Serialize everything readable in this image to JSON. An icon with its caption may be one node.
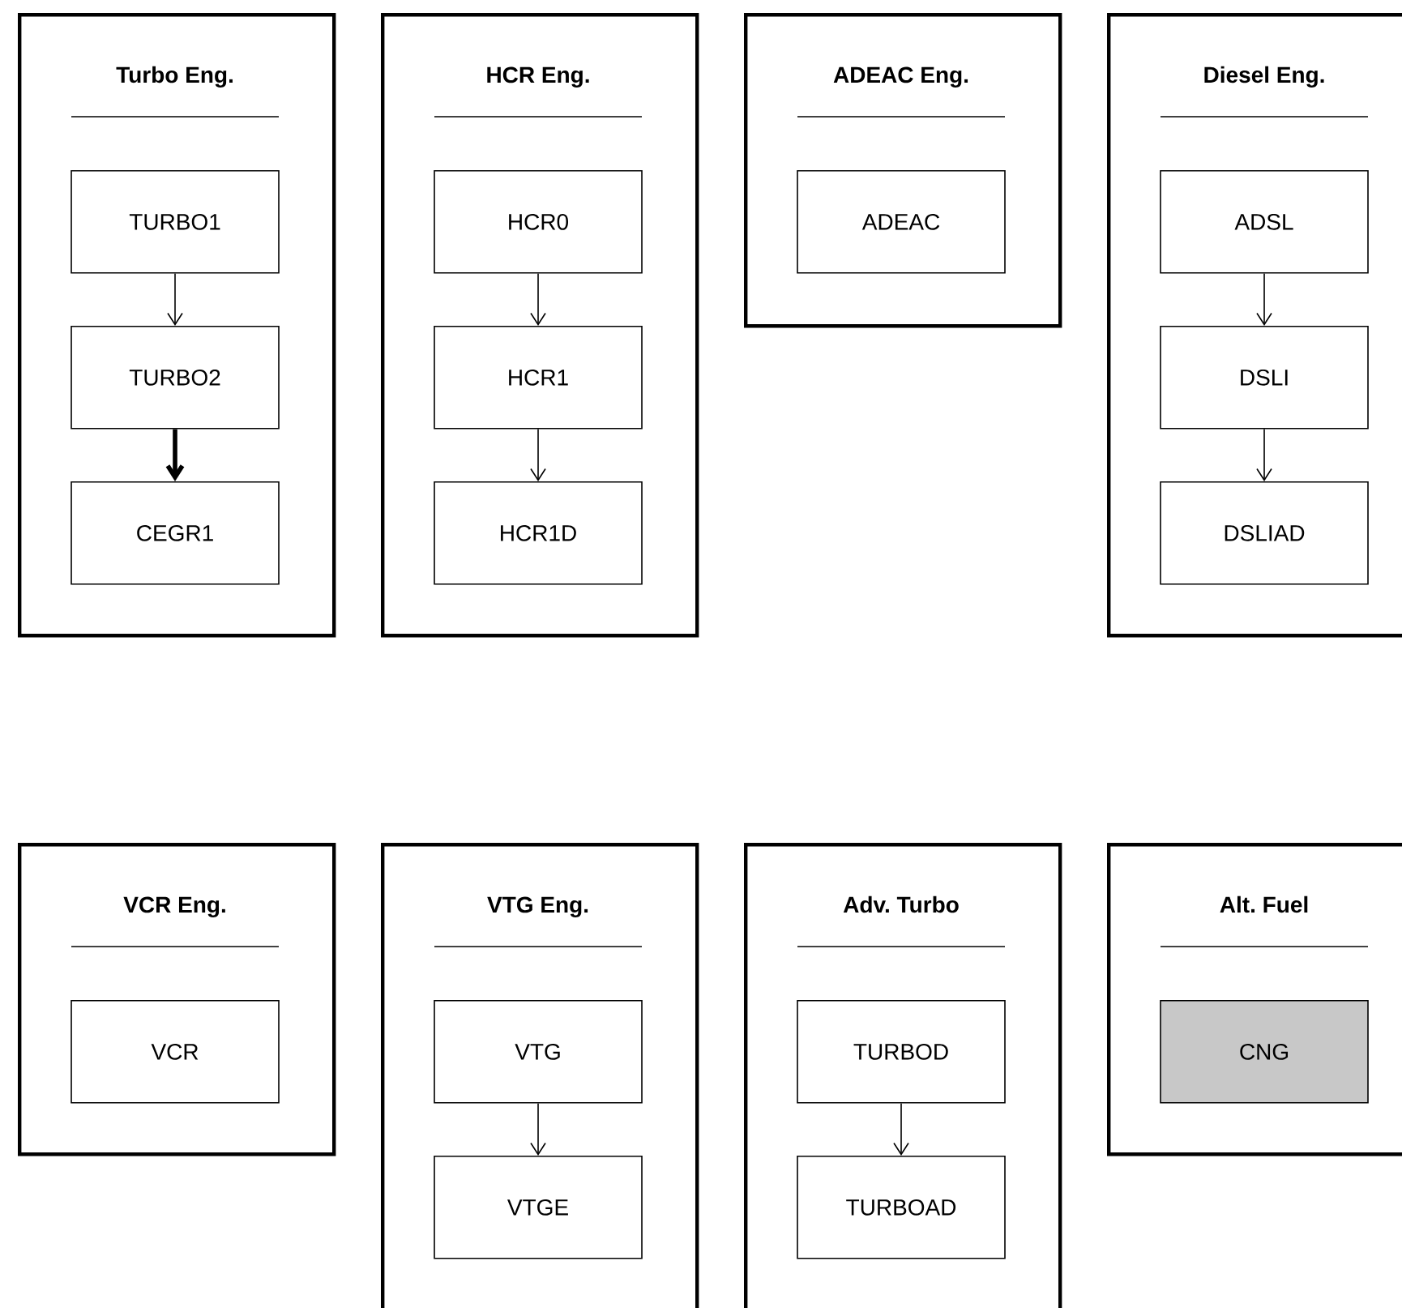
{
  "diagram": {
    "nodes": [
      {
        "text": [
          "Turbo Eng."
        ]
      },
      {
        "text": [
          "TURBO1"
        ],
        "in": 0
      },
      {
        "text": [
          "TURBO2"
        ],
        "in": 0
      },
      {
        "text": [
          "CEGR1"
        ],
        "in": 0
      },
      {
        "text": [
          "HCR Eng."
        ]
      },
      {
        "text": [
          "HCR0"
        ],
        "in": 4
      },
      {
        "text": [
          "HCR1"
        ],
        "in": 4
      },
      {
        "text": [
          "HCR1D"
        ],
        "in": 4
      },
      {
        "text": [
          "ADEAC Eng."
        ]
      },
      {
        "text": [
          "ADEAC"
        ],
        "in": 8
      },
      {
        "text": [
          "Diesel Eng."
        ]
      },
      {
        "text": [
          "ADSL"
        ],
        "in": 10
      },
      {
        "text": [
          "DSLI"
        ],
        "in": 10
      },
      {
        "text": [
          "DSLIAD"
        ],
        "in": 10
      },
      {
        "text": [
          "VCR Eng."
        ]
      },
      {
        "text": [
          "VCR"
        ],
        "in": 14
      },
      {
        "text": [
          "VTG Eng."
        ]
      },
      {
        "text": [
          "VTG"
        ],
        "in": 16
      },
      {
        "text": [
          "VTGE"
        ],
        "in": 16
      },
      {
        "text": [
          "Adv. Turbo"
        ]
      },
      {
        "text": [
          "TURBOD"
        ],
        "in": 19
      },
      {
        "text": [
          "TURBOAD"
        ],
        "in": 19
      },
      {
        "text": [
          "Alt. Fuel"
        ]
      },
      {
        "text": [
          "CNG"
        ],
        "in": 22
      }
    ],
    "edges": [
      {
        "from": 1,
        "to": 2,
        "arrow": "to"
      },
      {
        "from": 2,
        "to": 3,
        "arrow": "to",
        "style": "thick"
      },
      {
        "from": 5,
        "to": 6,
        "arrow": "to"
      },
      {
        "from": 6,
        "to": 7,
        "arrow": "to"
      },
      {
        "from": 11,
        "to": 12,
        "arrow": "to"
      },
      {
        "from": 12,
        "to": 13,
        "arrow": "to"
      },
      {
        "from": 17,
        "to": 18,
        "arrow": "to"
      },
      {
        "from": 20,
        "to": 21,
        "arrow": "to"
      }
    ]
  }
}
